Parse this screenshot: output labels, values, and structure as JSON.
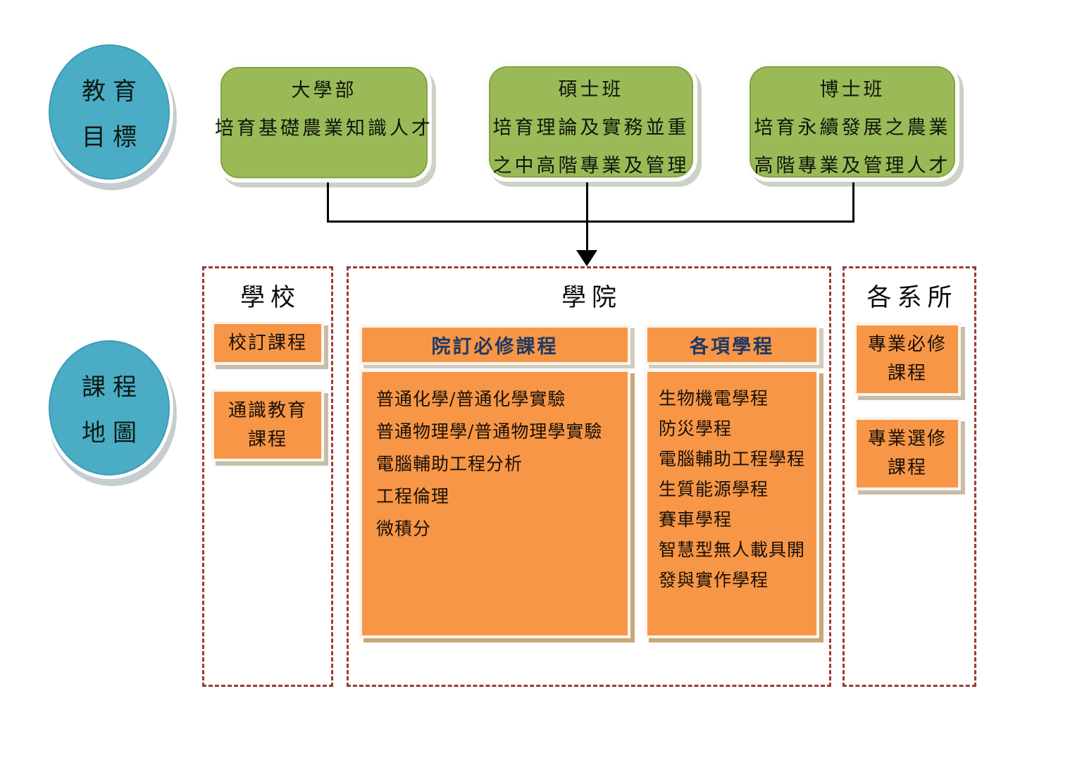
{
  "diagram": {
    "education_goals": {
      "label_lines": [
        "教育",
        "目標"
      ],
      "programs": [
        {
          "title": "大學部",
          "lines": [
            "培育基礎農業知識人才"
          ]
        },
        {
          "title": "碩士班",
          "lines": [
            "培育理論及實務並重",
            "之中高階專業及管理"
          ]
        },
        {
          "title": "博士班",
          "lines": [
            "培育永續發展之農業",
            "高階專業及管理人才"
          ]
        }
      ]
    },
    "curriculum_map": {
      "label_lines": [
        "課程",
        "地圖"
      ]
    },
    "sections": {
      "school": {
        "title": "學校",
        "boxes": [
          {
            "lines": [
              "校訂課程"
            ]
          },
          {
            "lines": [
              "通識教育",
              "課程"
            ]
          }
        ]
      },
      "college": {
        "title": "學院",
        "required_panel": {
          "header": "院訂必修課程",
          "items": [
            "普通化學/普通化學實驗",
            "普通物理學/普通物理學實驗",
            "電腦輔助工程分析",
            "工程倫理",
            "微積分"
          ]
        },
        "programs_panel": {
          "header": "各項學程",
          "items": [
            "生物機電學程",
            "防災學程",
            "電腦輔助工程學程",
            "生質能源學程",
            "賽車學程",
            "智慧型無人載具開發與實作學程"
          ]
        }
      },
      "departments": {
        "title": "各系所",
        "boxes": [
          {
            "lines": [
              "專業必修",
              "課程"
            ]
          },
          {
            "lines": [
              "專業選修",
              "課程"
            ]
          }
        ]
      }
    },
    "colors": {
      "circle_blue": "#4BACC6",
      "box_green": "#9ABA58",
      "box_orange": "#F79646",
      "dashed_border_red": "#9E3A36",
      "panel_header_text": "#1F3864",
      "connector_black": "#000000"
    }
  }
}
